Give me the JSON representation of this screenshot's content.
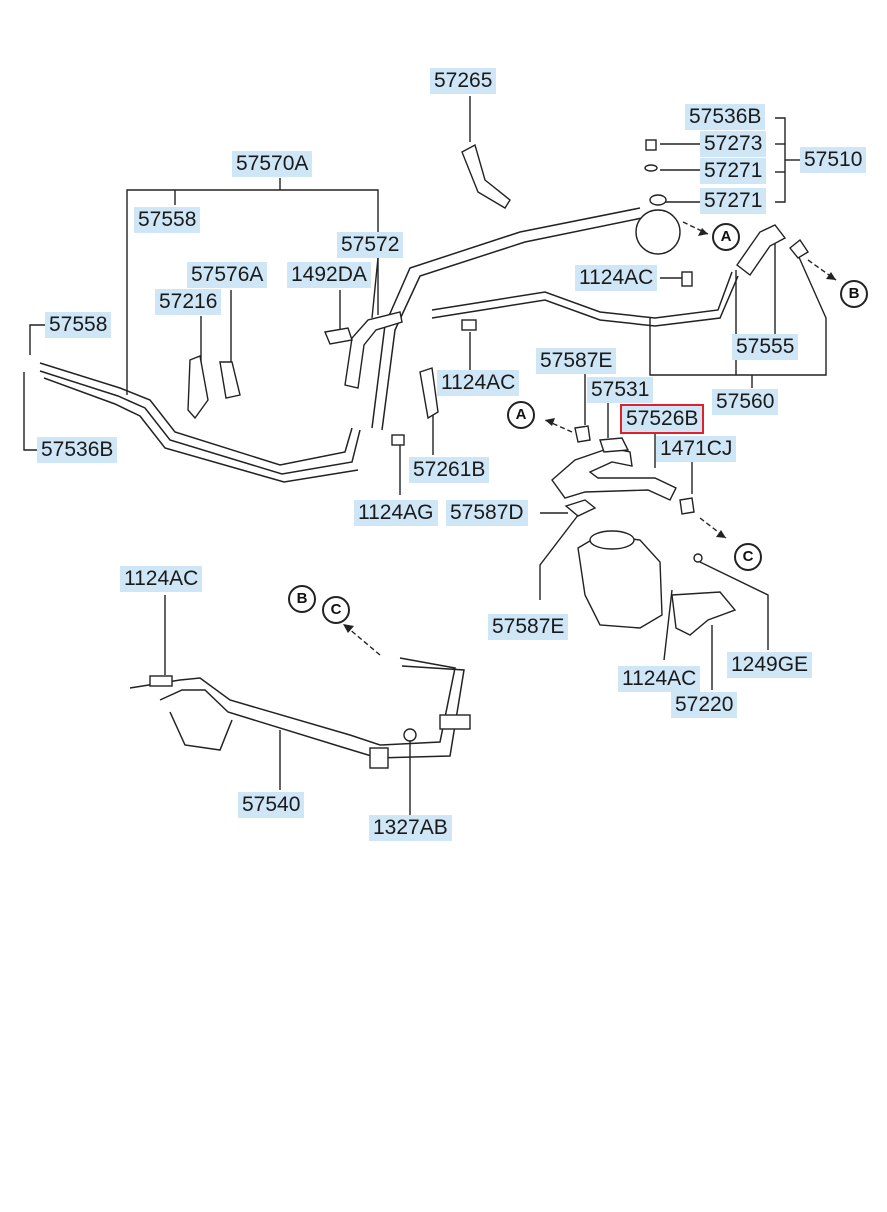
{
  "diagram": {
    "highlighted_part": "57526B",
    "colors": {
      "label_bg": "#cfe6f7",
      "highlight": "#e0202a",
      "line": "#222222"
    },
    "labels": [
      {
        "id": "l57265",
        "text": "57265"
      },
      {
        "id": "l57536B_top",
        "text": "57536B"
      },
      {
        "id": "l57273",
        "text": "57273"
      },
      {
        "id": "l57271_a",
        "text": "57271"
      },
      {
        "id": "l57510",
        "text": "57510"
      },
      {
        "id": "l57271_b",
        "text": "57271"
      },
      {
        "id": "l57570A",
        "text": "57570A"
      },
      {
        "id": "l57558_top",
        "text": "57558"
      },
      {
        "id": "l57572",
        "text": "57572"
      },
      {
        "id": "l57576A",
        "text": "57576A"
      },
      {
        "id": "l1492DA",
        "text": "1492DA"
      },
      {
        "id": "l1124AC_top",
        "text": "1124AC"
      },
      {
        "id": "l57216",
        "text": "57216"
      },
      {
        "id": "l57558_left",
        "text": "57558"
      },
      {
        "id": "l57555",
        "text": "57555"
      },
      {
        "id": "l57587E_top",
        "text": "57587E"
      },
      {
        "id": "l1124AC_mid",
        "text": "1124AC"
      },
      {
        "id": "l57531",
        "text": "57531"
      },
      {
        "id": "l57560",
        "text": "57560"
      },
      {
        "id": "l57526B",
        "text": "57526B"
      },
      {
        "id": "l1471CJ",
        "text": "1471CJ"
      },
      {
        "id": "l57536B_left",
        "text": "57536B"
      },
      {
        "id": "l57261B",
        "text": "57261B"
      },
      {
        "id": "l1124AG",
        "text": "1124AG"
      },
      {
        "id": "l57587D",
        "text": "57587D"
      },
      {
        "id": "l57587E_bot",
        "text": "57587E"
      },
      {
        "id": "l1124AC_left",
        "text": "1124AC"
      },
      {
        "id": "l1249GE",
        "text": "1249GE"
      },
      {
        "id": "l1124AC_bot",
        "text": "1124AC"
      },
      {
        "id": "l57220",
        "text": "57220"
      },
      {
        "id": "l57540",
        "text": "57540"
      },
      {
        "id": "l1327AB",
        "text": "1327AB"
      }
    ],
    "refs": [
      {
        "id": "rA1",
        "text": "A"
      },
      {
        "id": "rB1",
        "text": "B"
      },
      {
        "id": "rA2",
        "text": "A"
      },
      {
        "id": "rC1",
        "text": "C"
      },
      {
        "id": "rB2",
        "text": "B"
      },
      {
        "id": "rC2",
        "text": "C"
      }
    ]
  }
}
